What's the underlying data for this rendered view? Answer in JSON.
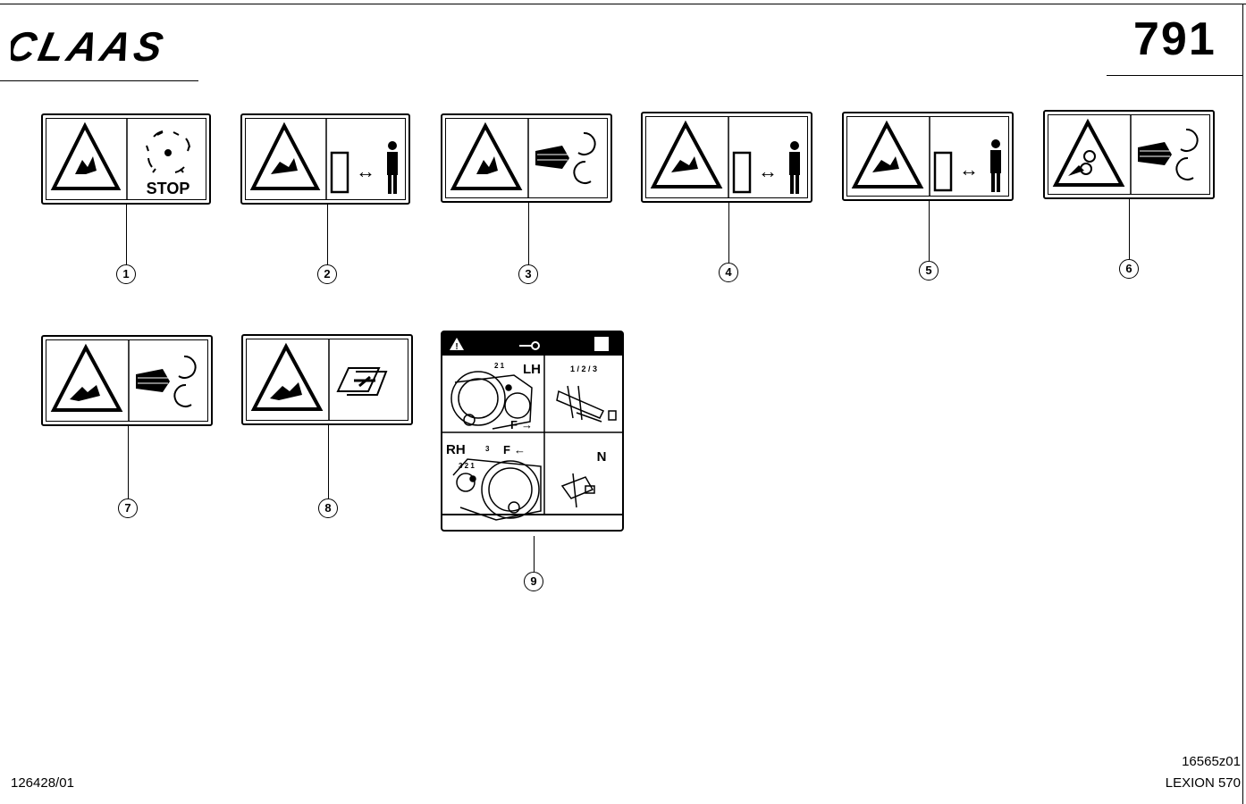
{
  "header": {
    "brand": "CLAAS",
    "page_number": "791"
  },
  "decals": [
    {
      "callout": "1",
      "right_text": "STOP"
    },
    {
      "callout": "2"
    },
    {
      "callout": "3"
    },
    {
      "callout": "4"
    },
    {
      "callout": "5"
    },
    {
      "callout": "6"
    },
    {
      "callout": "7"
    },
    {
      "callout": "8"
    },
    {
      "callout": "9",
      "labels": {
        "lh": "LH",
        "rh": "RH",
        "positions": "1 / 2 / 3",
        "forward": "F",
        "neutral": "N",
        "lh_nums": "2   1",
        "rh_nums": "3 2 1",
        "rh_num3": "3"
      }
    }
  ],
  "footer": {
    "doc_number": "126428/01",
    "drawing_id": "16565z01",
    "model": "LEXION 570"
  }
}
